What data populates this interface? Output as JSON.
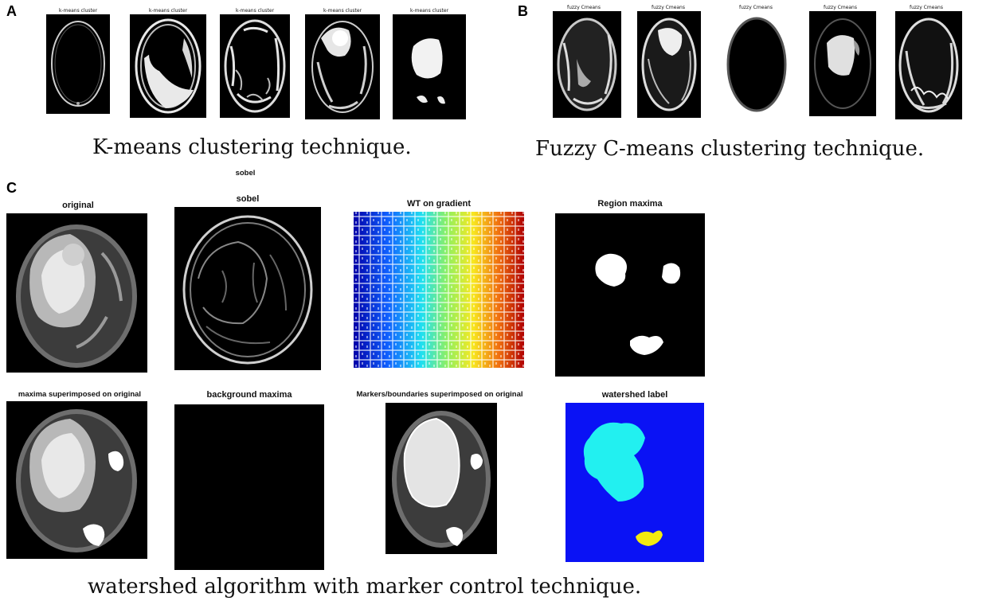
{
  "panels": {
    "a": {
      "letter": "A",
      "tile_title": "k-means cluster",
      "caption": "K-means clustering technique."
    },
    "b": {
      "letter": "B",
      "tile_title": "fuzzy Cmeans",
      "caption": "Fuzzy C-means clustering technique."
    },
    "c": {
      "letter": "C",
      "stray_label": "sobel",
      "titles": {
        "original": "original",
        "sobel": "sobel",
        "wt_gradient": "WT on gradient",
        "region_maxima": "Region maxima",
        "maxima_superimposed": "maxima superimposed on original",
        "background_maxima": "background maxima",
        "markers_boundaries": "Markers/boundaries superimposed on original",
        "watershed_label": "watershed label"
      },
      "caption": "watershed algorithm with marker control technique."
    }
  },
  "colors": {
    "scan_background": "#000000",
    "watershed_blue": "#0a12f5",
    "watershed_cyan": "#22f0f0",
    "watershed_yellow": "#f2ea10"
  }
}
